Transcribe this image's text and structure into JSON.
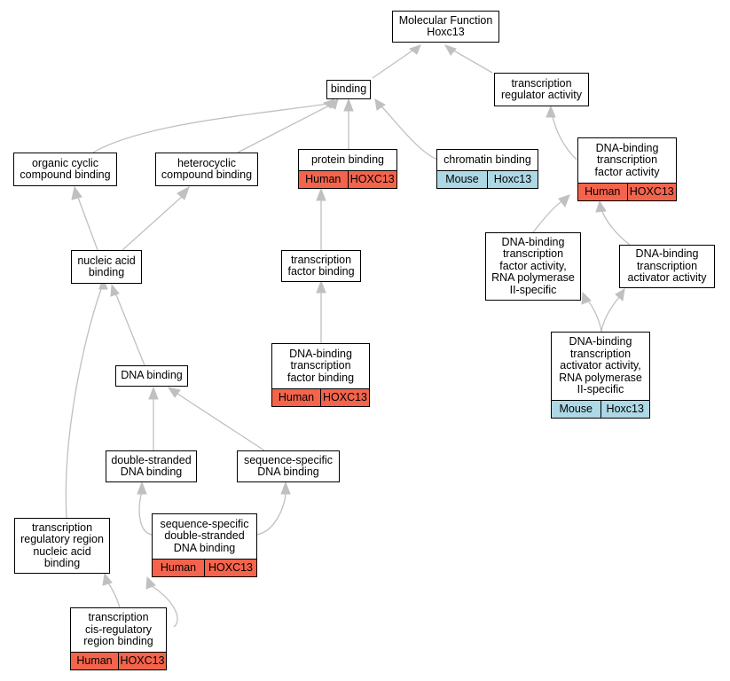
{
  "nodes": {
    "mf": "Molecular Function\nHoxc13",
    "binding": "binding",
    "tra": "transcription\nregulator activity",
    "ocb": "organic cyclic\ncompound binding",
    "hcb": "heterocyclic\ncompound binding",
    "pb": "protein binding",
    "cb": "chromatin binding",
    "dbtfa": "DNA-binding\ntranscription\nfactor activity",
    "nab": "nucleic acid\nbinding",
    "tfb": "transcription\nfactor binding",
    "dbtfa2": "DNA-binding\ntranscription\nfactor activity,\nRNA polymerase\nII-specific",
    "dbtaa": "DNA-binding\ntranscription\nactivator activity",
    "dbtfb": "DNA-binding\ntranscription\nfactor binding",
    "dbtaa2": "DNA-binding\ntranscription\nactivator activity,\nRNA polymerase\nII-specific",
    "dnab": "DNA binding",
    "dsdna": "double-stranded\nDNA binding",
    "ssdna": "sequence-specific\nDNA binding",
    "ssds": "sequence-specific\ndouble-stranded\nDNA binding",
    "trr": "transcription\nregulatory region\nnucleic acid\nbinding",
    "tcrr": "transcription\ncis-regulatory\nregion binding"
  },
  "annotations": {
    "pb": {
      "species": "Human",
      "gene": "HOXC13"
    },
    "cb": {
      "species": "Mouse",
      "gene": "Hoxc13"
    },
    "dbtfa": {
      "species": "Human",
      "gene": "HOXC13"
    },
    "dbtfb": {
      "species": "Human",
      "gene": "HOXC13"
    },
    "dbtaa2": {
      "species": "Mouse",
      "gene": "Hoxc13"
    },
    "ssds": {
      "species": "Human",
      "gene": "HOXC13"
    },
    "tcrr": {
      "species": "Human",
      "gene": "HOXC13"
    }
  },
  "colors": {
    "human": "#f4644c",
    "mouse": "#add8e6",
    "edge": "#c0c0c0",
    "border": "#000000"
  }
}
